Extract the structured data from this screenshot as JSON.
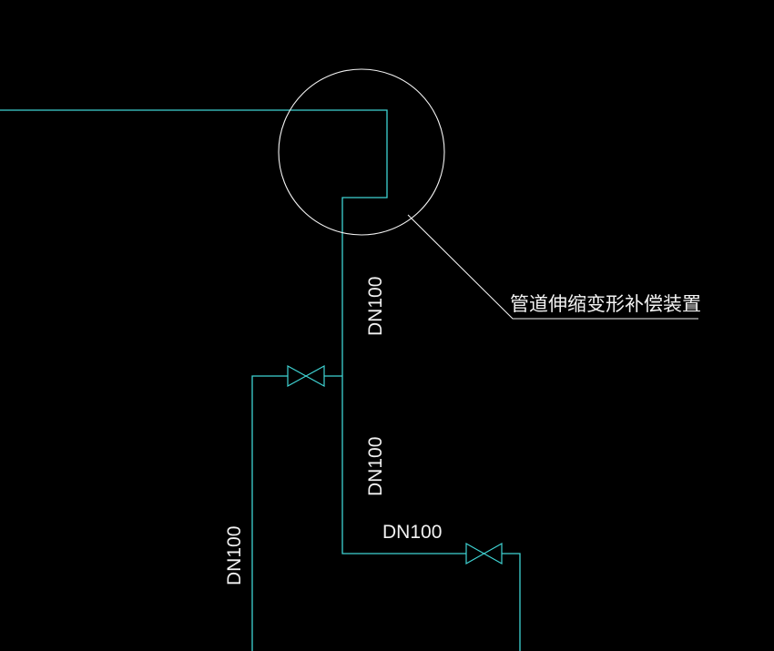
{
  "colors": {
    "background": "#000000",
    "pipe": "#3fd3d3",
    "annotation": "#f2f2f2"
  },
  "labels": {
    "compensator_callout": "管道伸缩变形补偿装置",
    "pipe_size_upper_riser": "DN100",
    "pipe_size_lower_riser": "DN100",
    "pipe_size_bottom_branch": "DN100",
    "pipe_size_left_riser": "DN100"
  },
  "symbols": {
    "valve_upper": "gate-valve-icon",
    "valve_lower": "gate-valve-icon",
    "detail_marker": "detail-circle"
  }
}
